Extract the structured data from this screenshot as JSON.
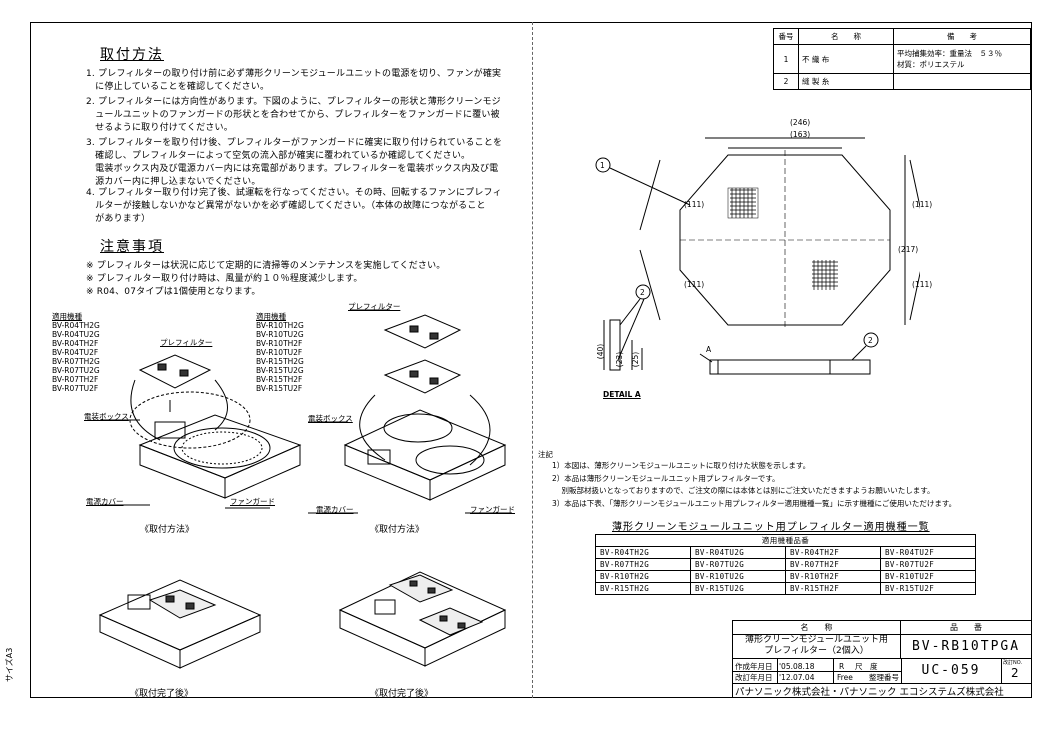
{
  "sections": {
    "install_heading": "取付方法",
    "install_steps": [
      "1. プレフィルターの取り付け前に必ず薄形クリーンモジュールユニットの電源を切り、ファンが確実\n   に停止していることを確認してください。",
      "2. プレフィルターには方向性があります。下図のように、プレフィルターの形状と薄形クリーンモジ\n   ュールユニットのファンガードの形状とを合わせてから、プレフィルターをファンガードに覆い被\n   せるように取り付けてください。",
      "3. プレフィルターを取り付け後、プレフィルターがファンガードに確実に取り付けられていることを\n   確認し、プレフィルターによって空気の流入部が確実に覆われているか確認してください。\n   電装ボックス内及び電源カバー内には充電部があります。プレフィルターを電装ボックス内及び電\n   源カバー内に押し込まないでください。",
      "4. プレフィルター取り付け完了後、試運転を行なってください。その時、回転するファンにプレフィ\n   ルターが接触しないかなど異常がないかを必ず確認してください。（本体の故障につながること\n   があります）"
    ],
    "caution_heading": "注意事項",
    "caution_items": [
      "※ プレフィルターは状況に応じて定期的に清掃等のメンテナンスを実施してください。",
      "※ プレフィルター取り付け時は、風量が約１０％程度減少します。",
      "※ R04、07タイプは1個使用となります。"
    ]
  },
  "figures": {
    "left_models_label": "適用機種",
    "left_models": [
      "BV-R04TH2G",
      "BV-R04TU2G",
      "BV-R04TH2F",
      "BV-R04TU2F",
      "BV-R07TH2G",
      "BV-R07TU2G",
      "BV-R07TH2F",
      "BV-R07TU2F"
    ],
    "right_models_label": "適用機種",
    "right_models": [
      "BV-R10TH2G",
      "BV-R10TU2G",
      "BV-R10TH2F",
      "BV-R10TU2F",
      "BV-R15TH2G",
      "BV-R15TU2G",
      "BV-R15TH2F",
      "BV-R15TU2F"
    ],
    "label_prefilter": "プレフィルター",
    "label_box": "電装ボックス",
    "label_cover": "電源カバー",
    "label_fanguard": "ファンガード",
    "caption_method": "《取付方法》",
    "caption_done": "《取付完了後》"
  },
  "parts_table": {
    "headers": [
      "番号",
      "名　　称",
      "備　　考"
    ],
    "rows": [
      {
        "no": "1",
        "name": "不 織 布",
        "note1": "平均捕集効率：重量法　５３％",
        "note2": "材質：ポリエステル"
      },
      {
        "no": "2",
        "name": "縫 製 糸",
        "note1": "",
        "note2": ""
      }
    ]
  },
  "drawing": {
    "dim_246": "(246)",
    "dim_163": "(163)",
    "dim_217": "(217)",
    "dim_111": "(111)",
    "dim_40": "(40)",
    "dim_23": "(23)",
    "dim_25": "(25)",
    "balloon_1": "1",
    "balloon_2": "2",
    "detail_mark": "A",
    "detail_label": "DETAIL A"
  },
  "notes": {
    "heading": "注記",
    "items": [
      "1）本図は、薄形クリーンモジュールユニットに取り付けた状態を示します。",
      "2）本品は薄形クリーンモジュールユニット用プレフィルターです。",
      "    別販部材扱いとなっておりますので、ご注文の際には本体とは別にご注文いただきますようお願いいたします。",
      "3）本品は下表、「薄形クリーンモジュールユニット用プレフィルター適用機種一覧」に示す機種にご使用いただけます。"
    ]
  },
  "applicable": {
    "title": "薄形クリーンモジュールユニット用プレフィルター適用機種一覧",
    "header": "適用機種品番",
    "rows": [
      [
        "BV-R04TH2G",
        "BV-R04TU2G",
        "BV-R04TH2F",
        "BV-R04TU2F"
      ],
      [
        "BV-R07TH2G",
        "BV-R07TU2G",
        "BV-R07TH2F",
        "BV-R07TU2F"
      ],
      [
        "BV-R10TH2G",
        "BV-R10TU2G",
        "BV-R10TH2F",
        "BV-R10TU2F"
      ],
      [
        "BV-R15TH2G",
        "BV-R15TU2G",
        "BV-R15TH2F",
        "BV-R15TU2F"
      ]
    ]
  },
  "title_block": {
    "name_header": "名　　称",
    "part_header": "品　　番",
    "name_line1": "薄形クリーンモジュールユニット用",
    "name_line2": "プレフィルター（2個入）",
    "part_number": "BV-RB10TPGA",
    "created_label": "作成年月日",
    "created_date": "'05.08.18",
    "revised_label": "改訂年月日",
    "revised_date": "'12.07.04",
    "r_label": "R",
    "free_label": "Free",
    "scale_label": "尺　度",
    "drawing_no_label": "整理番号",
    "drawing_no": "UC-059",
    "rev_label": "改訂NO.",
    "rev_no": "2",
    "company": "パナソニック株式会社・パナソニック エコシステムズ株式会社"
  },
  "sheet_size": "サイズA3"
}
